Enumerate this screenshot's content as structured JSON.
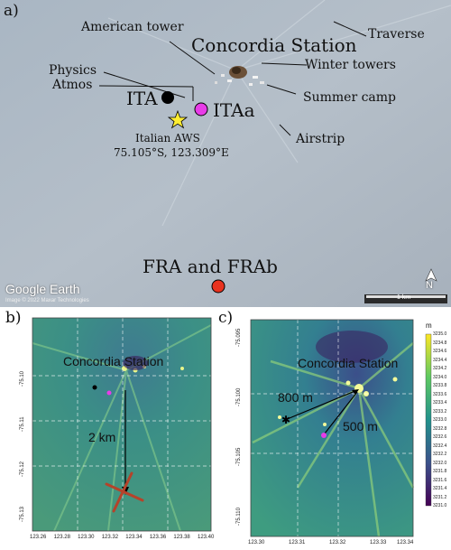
{
  "panel_a": {
    "tag": "a)",
    "labels": {
      "american_tower": "American tower",
      "concordia_station": "Concordia Station",
      "traverse": "Traverse",
      "winter_towers": "Winter towers",
      "physics": "Physics",
      "atmos": "Atmos",
      "ita": "ITA",
      "itaa": "ITAa",
      "summer_camp": "Summer camp",
      "airstrip": "Airstrip",
      "italian_aws": "Italian AWS",
      "aws_coords": "75.105°S, 123.309°E",
      "fra": "FRA and FRAb"
    },
    "google_earth": "Google Earth",
    "imagery_credit": "Image © 2022 Maxar Technologies",
    "scale_label": "1 km",
    "north_label": "N",
    "colors": {
      "ita": "#000000",
      "itaa": "#e83ce8",
      "aws_star": "#ffee33",
      "fra": "#e8321e"
    }
  },
  "panel_b": {
    "tag": "b)",
    "station_label": "Concordia Station",
    "distance_label": "2 km",
    "x_ticks": [
      "123.26",
      "123.28",
      "123.30",
      "123.32",
      "123.34",
      "123.36",
      "123.38",
      "123.40"
    ],
    "y_ticks": [
      "-75.10",
      "-75.11",
      "-75.12",
      "-75.13"
    ]
  },
  "panel_c": {
    "tag": "c)",
    "station_label": "Concordia Station",
    "dist_800": "800 m",
    "dist_500": "500 m",
    "x_ticks": [
      "123.30",
      "123.31",
      "123.32",
      "123.33",
      "123.34"
    ],
    "y_ticks": [
      "-75.095",
      "-75.100",
      "-75.105",
      "-75.110"
    ],
    "colorbar": {
      "unit": "m",
      "ticks": [
        "3235.0",
        "3234.8",
        "3234.6",
        "3234.4",
        "3234.2",
        "3234.0",
        "3233.8",
        "3233.6",
        "3233.4",
        "3233.2",
        "3233.0",
        "3232.8",
        "3232.6",
        "3232.4",
        "3232.2",
        "3232.0",
        "3231.8",
        "3231.6",
        "3231.4",
        "3231.2",
        "3231.0"
      ]
    }
  }
}
